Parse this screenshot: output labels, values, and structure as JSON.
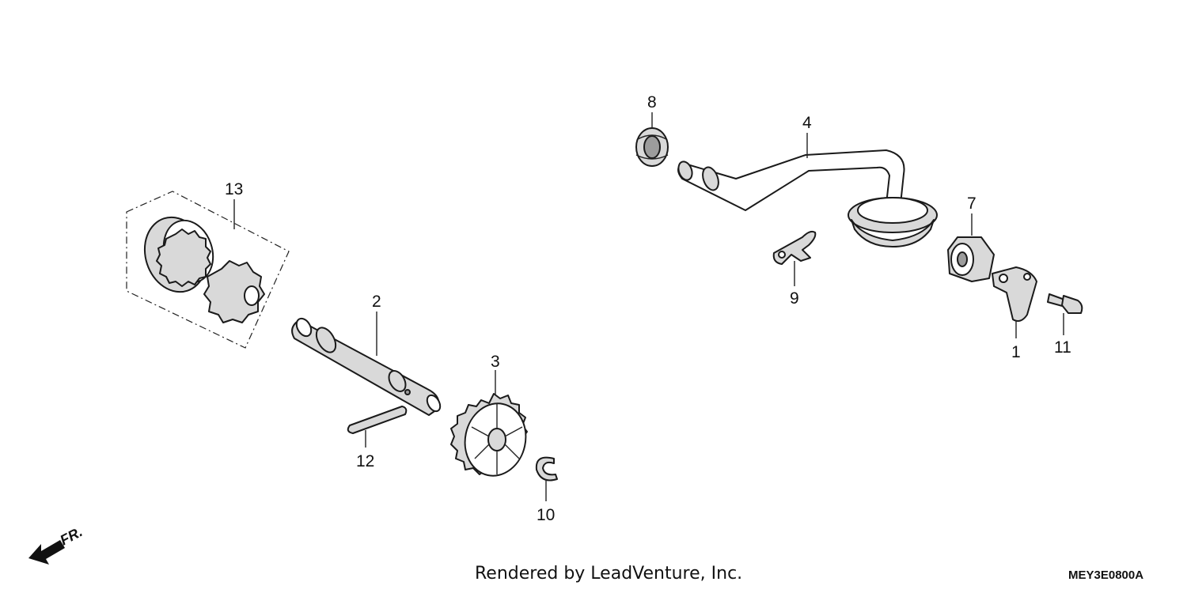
{
  "callouts": [
    {
      "id": "13",
      "label": "13"
    },
    {
      "id": "2",
      "label": "2"
    },
    {
      "id": "3",
      "label": "3"
    },
    {
      "id": "12",
      "label": "12"
    },
    {
      "id": "10",
      "label": "10"
    },
    {
      "id": "8",
      "label": "8"
    },
    {
      "id": "4",
      "label": "4"
    },
    {
      "id": "9",
      "label": "9"
    },
    {
      "id": "7",
      "label": "7"
    },
    {
      "id": "1",
      "label": "1"
    },
    {
      "id": "11",
      "label": "11"
    }
  ],
  "direction_label": "FR.",
  "footer": {
    "credit": "Rendered by LeadVenture, Inc.",
    "diagram_code": "MEY3E0800A"
  },
  "icons": {
    "direction": "front-direction-arrow-icon"
  }
}
